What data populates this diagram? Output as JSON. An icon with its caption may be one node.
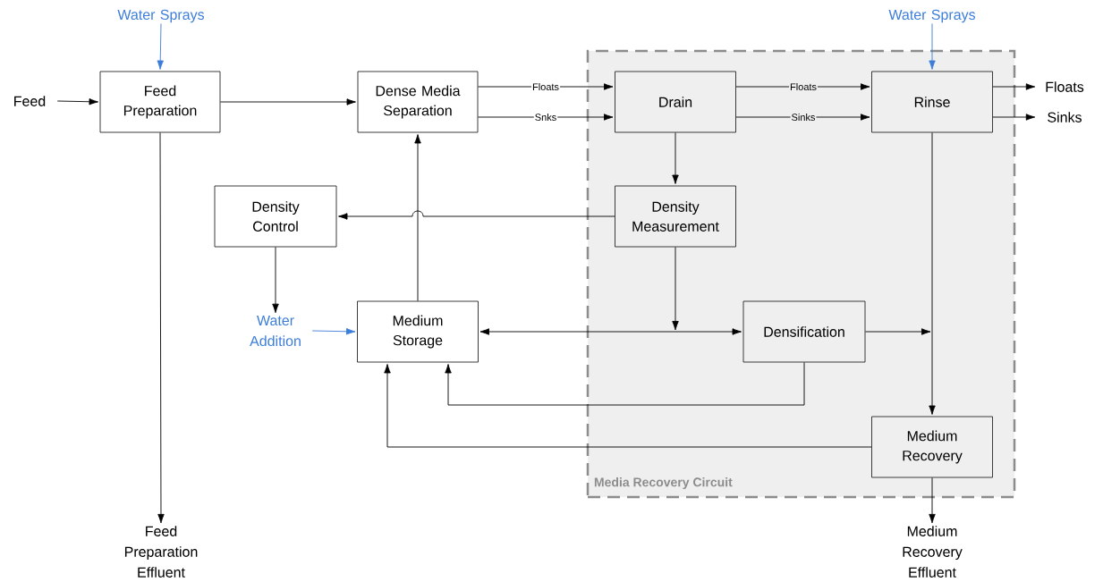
{
  "diagram": {
    "nodes": [
      {
        "text": [
          "Water Sprays"
        ]
      },
      {
        "text": [
          "Feed"
        ]
      },
      {
        "text": [
          "Feed Preparation"
        ]
      },
      {
        "text": [
          "Dense Media Separation"
        ]
      },
      {
        "text": [
          "Media Recovery Circuit"
        ]
      },
      {
        "text": [
          "Water Sprays"
        ]
      },
      {
        "text": [
          "Drain"
        ],
        "in": 4
      },
      {
        "text": [
          "Rinse"
        ],
        "in": 4
      },
      {
        "text": [
          "Floats"
        ]
      },
      {
        "text": [
          "Sinks"
        ]
      },
      {
        "text": [
          "Density Control"
        ]
      },
      {
        "text": [
          "Density Measurement"
        ],
        "in": 4
      },
      {
        "text": [
          "Water Addition"
        ]
      },
      {
        "text": [
          "Medium Storage"
        ]
      },
      {
        "text": [
          "Densification"
        ],
        "in": 4
      },
      {
        "text": [
          "Medium Recovery"
        ],
        "in": 4
      },
      {
        "text": [
          "Feed Preparation Effluent"
        ]
      },
      {
        "text": [
          "Medium Recovery Effluent"
        ]
      }
    ],
    "edges": [
      {
        "from": 0,
        "to": 2,
        "arrow": "to",
        "color": "#3c7dd9"
      },
      {
        "from": 1,
        "to": 2,
        "arrow": "to"
      },
      {
        "from": 2,
        "to": 3,
        "arrow": "to"
      },
      {
        "from": 2,
        "to": 16,
        "arrow": "to"
      },
      {
        "from": 3,
        "to": 6,
        "arrow": "to",
        "label": "Floats"
      },
      {
        "from": 3,
        "to": 6,
        "arrow": "to",
        "label": "Snks"
      },
      {
        "from": 6,
        "to": 7,
        "arrow": "to",
        "label": "Floats"
      },
      {
        "from": 6,
        "to": 7,
        "arrow": "to",
        "label": "Sinks"
      },
      {
        "from": 5,
        "to": 7,
        "arrow": "to",
        "color": "#3c7dd9"
      },
      {
        "from": 7,
        "to": 8,
        "arrow": "to"
      },
      {
        "from": 7,
        "to": 9,
        "arrow": "to"
      },
      {
        "from": 6,
        "to": 11,
        "arrow": "to"
      },
      {
        "from": 11,
        "to": 10,
        "arrow": "to"
      },
      {
        "from": 10,
        "to": 12,
        "arrow": "to"
      },
      {
        "from": 12,
        "to": 13,
        "arrow": "to",
        "color": "#3c7dd9"
      },
      {
        "from": 13,
        "to": 3,
        "arrow": "to"
      },
      {
        "from": 13,
        "to": 14,
        "arrow": "both"
      },
      {
        "from": 11,
        "to": 14,
        "arrow": "to"
      },
      {
        "from": 14,
        "to": null,
        "arrow": "to"
      },
      {
        "from": 7,
        "to": 15,
        "arrow": "to"
      },
      {
        "from": 14,
        "to": 13,
        "arrow": "to"
      },
      {
        "from": 15,
        "to": 13,
        "arrow": "to"
      },
      {
        "from": 15,
        "to": 17,
        "arrow": "to"
      }
    ]
  }
}
